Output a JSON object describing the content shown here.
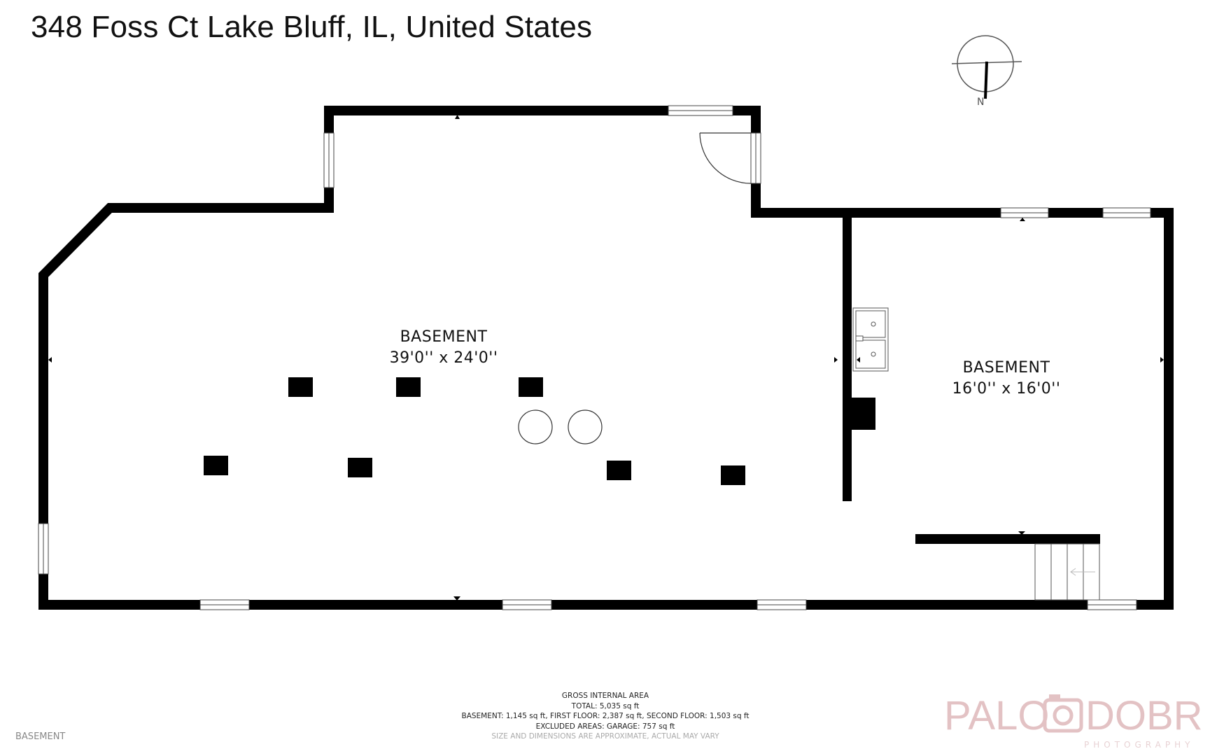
{
  "title": "348 Foss Ct Lake Bluff, IL, United States",
  "compass": {
    "label": "N"
  },
  "rooms": [
    {
      "name": "BASEMENT",
      "size": "39'0'' x 24'0''"
    },
    {
      "name": "BASEMENT",
      "size": "16'0'' x 16'0''"
    }
  ],
  "area_summary": {
    "heading": "GROSS INTERNAL AREA",
    "total": "TOTAL: 5,035 sq ft",
    "breakdown": "BASEMENT: 1,145 sq ft, FIRST FLOOR: 2,387 sq ft, SECOND FLOOR: 1,503 sq ft",
    "excluded": "EXCLUDED AREAS: GARAGE: 757 sq ft",
    "note": "SIZE AND DIMENSIONS ARE APPROXIMATE, ACTUAL MAY VARY"
  },
  "floor_name": "BASEMENT",
  "brand": {
    "name_left": "PALO",
    "name_right": "DOBRIK",
    "tagline": "PHOTOGRAPHY",
    "color": "#e3c2c4"
  },
  "colors": {
    "wall": "#000000",
    "background": "#ffffff"
  }
}
